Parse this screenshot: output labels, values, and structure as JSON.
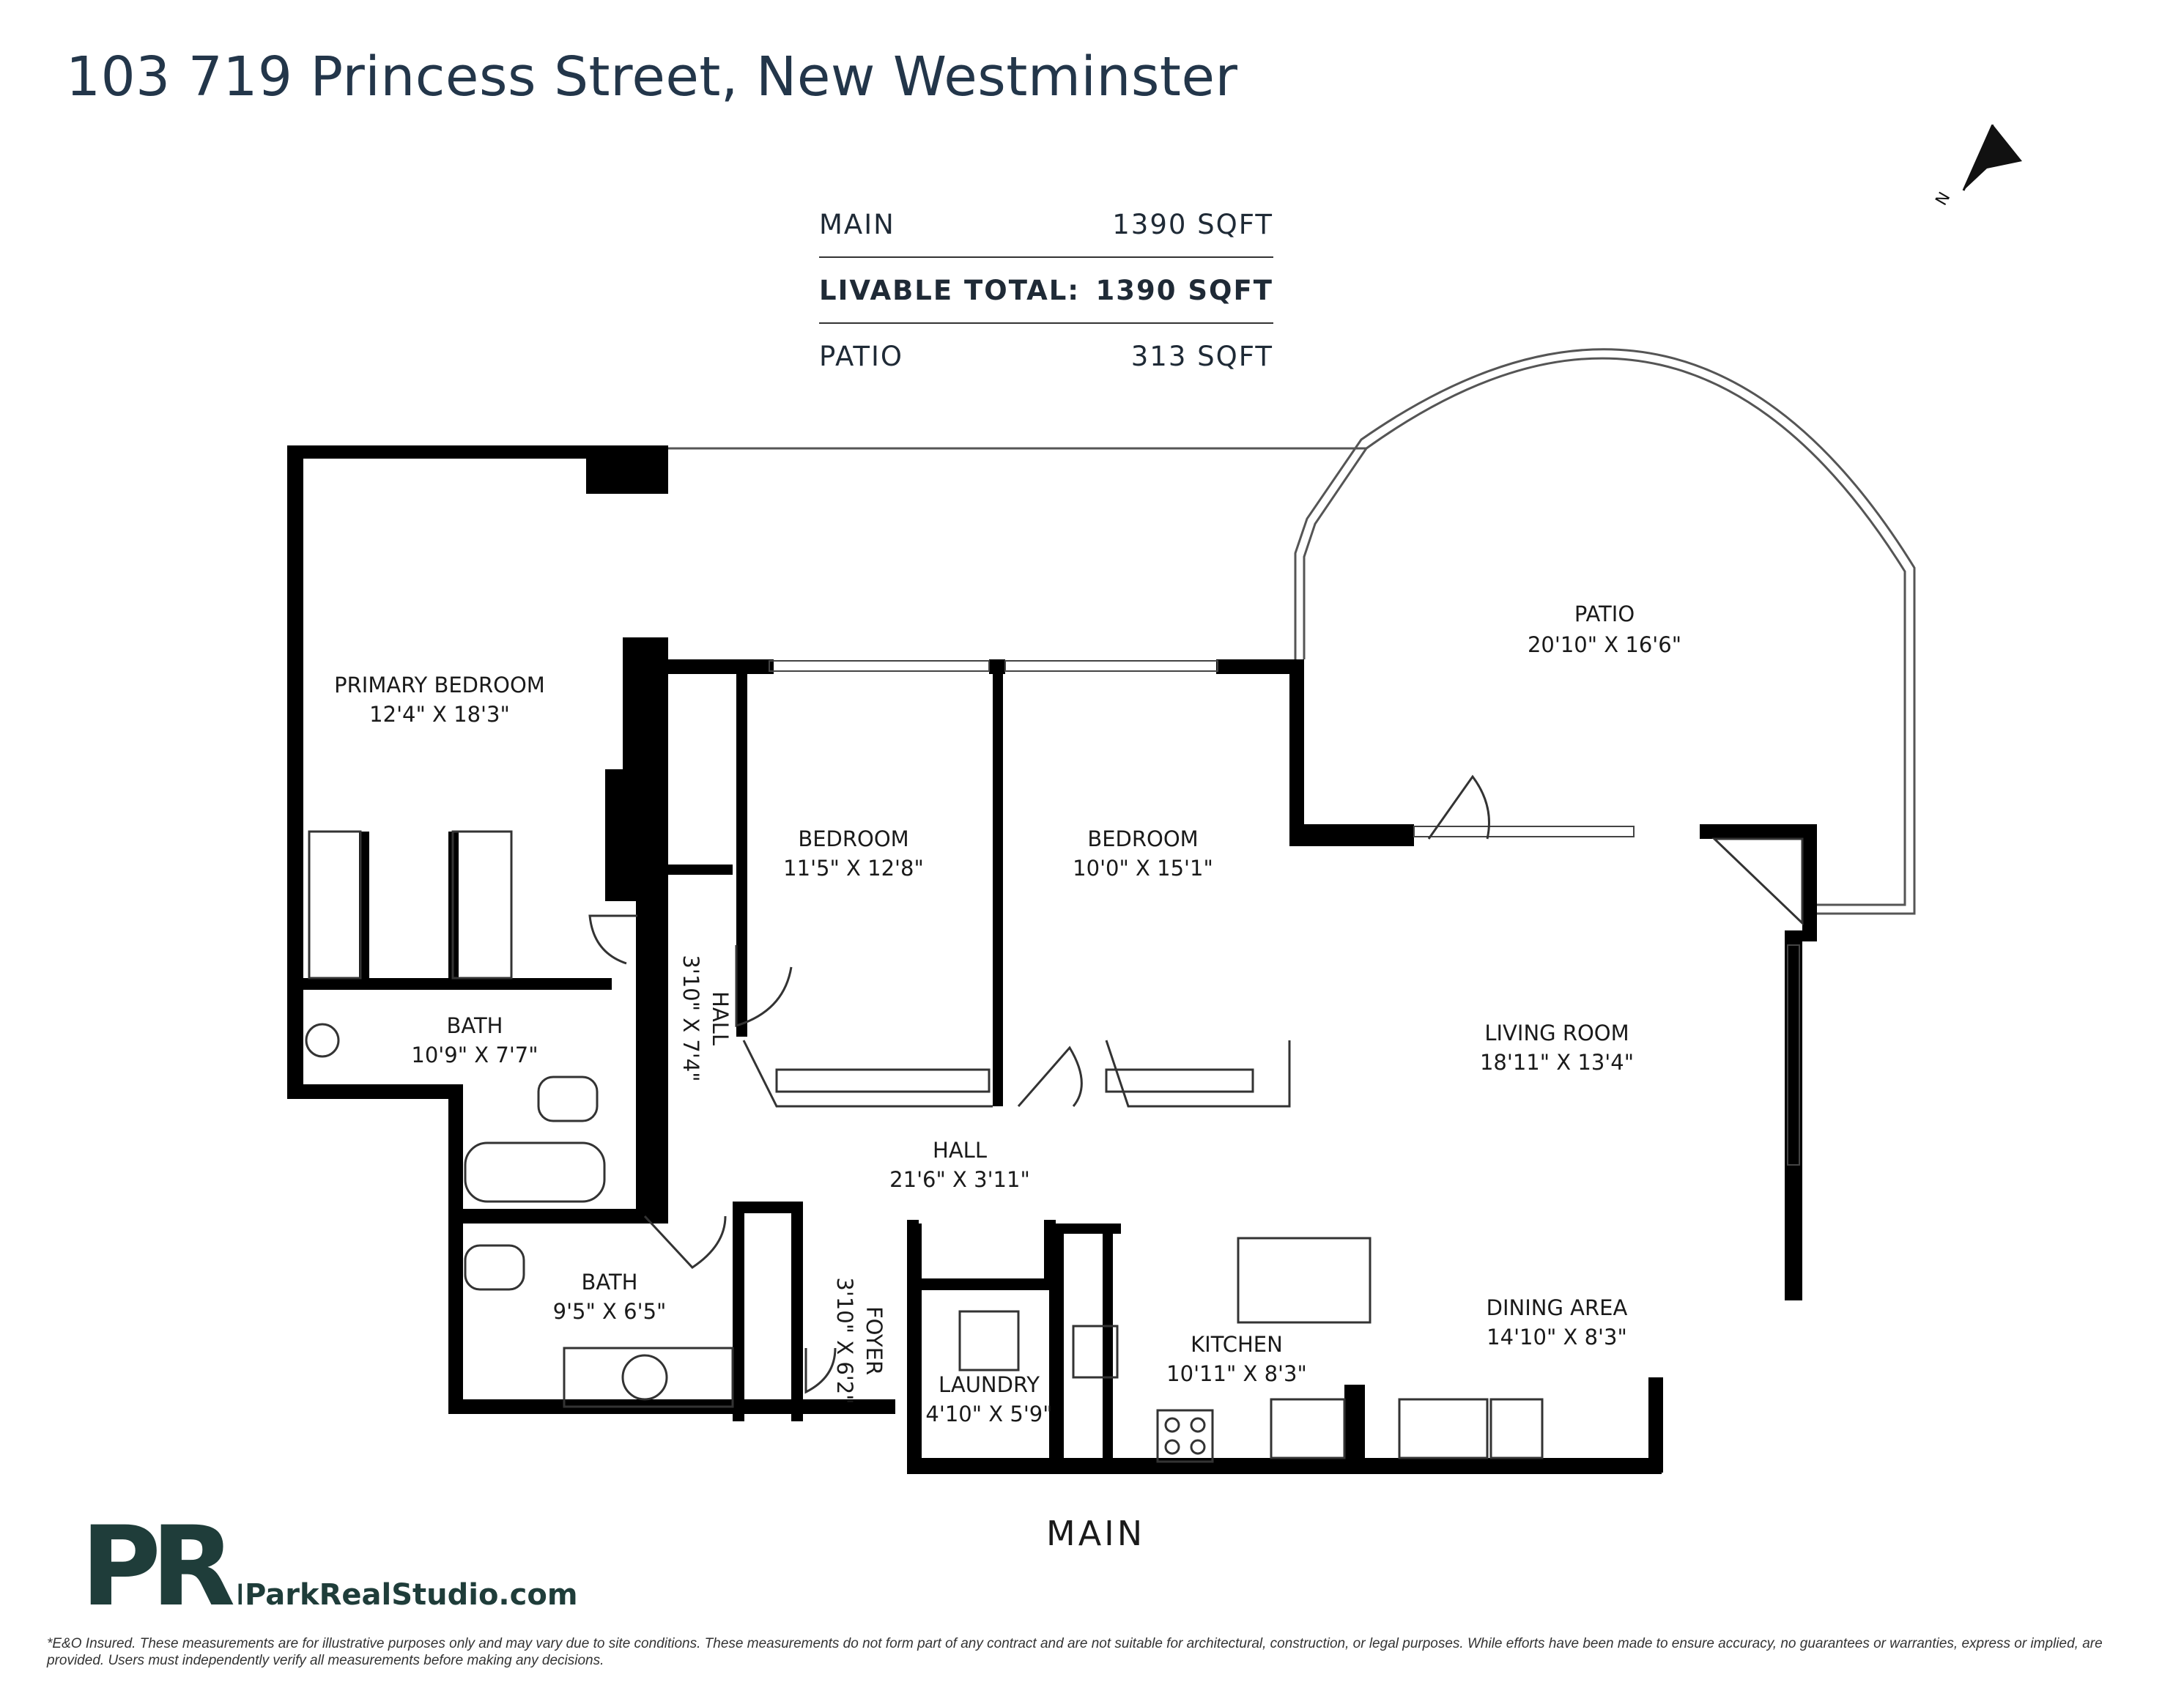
{
  "title": "103 719 Princess Street, New Westminster",
  "areas": [
    {
      "label": "MAIN",
      "value": "1390 SQFT",
      "bold": false
    },
    {
      "label": "LIVABLE TOTAL:",
      "value": "1390 SQFT",
      "bold": true
    },
    {
      "label": "PATIO",
      "value": "313 SQFT",
      "bold": false
    }
  ],
  "north_label": "N",
  "rooms": {
    "primary_bedroom": {
      "name": "PRIMARY BEDROOM",
      "dims": "12'4\" X 18'3\""
    },
    "bedroom_1": {
      "name": "BEDROOM",
      "dims": "11'5\" X 12'8\""
    },
    "bedroom_2": {
      "name": "BEDROOM",
      "dims": "10'0\" X 15'1\""
    },
    "patio": {
      "name": "PATIO",
      "dims": "20'10\" X 16'6\""
    },
    "bath_1": {
      "name": "BATH",
      "dims": "10'9\" X 7'7\""
    },
    "hall_1": {
      "name": "HALL",
      "dims": "3'10\" X 7'4\""
    },
    "living_room": {
      "name": "LIVING ROOM",
      "dims": "18'11\" X 13'4\""
    },
    "hall_2": {
      "name": "HALL",
      "dims": "21'6\" X 3'11\""
    },
    "bath_2": {
      "name": "BATH",
      "dims": "9'5\" X 6'5\""
    },
    "foyer": {
      "name": "FOYER",
      "dims": "3'10\" X 6'2\""
    },
    "kitchen": {
      "name": "KITCHEN",
      "dims": "10'11\" X 8'3\""
    },
    "laundry": {
      "name": "LAUNDRY",
      "dims": "4'10\" X 5'9\""
    },
    "dining_area": {
      "name": "DINING AREA",
      "dims": "14'10\" X 8'3\""
    }
  },
  "floor_label": "MAIN",
  "logo_letters": "PR.",
  "site": "ParkRealStudio.com",
  "disclaimer": "*E&O Insured. These measurements are for illustrative purposes only and may vary due to site conditions. These measurements do not form part of any contract and are not suitable for architectural, construction, or legal purposes. While efforts have been made to ensure accuracy, no guarantees or warranties, express or implied, are provided. Users must independently verify all measurements before making any decisions.",
  "colors": {
    "wall": "#000000",
    "brand": "#1f3d3a",
    "title": "#23364a"
  }
}
